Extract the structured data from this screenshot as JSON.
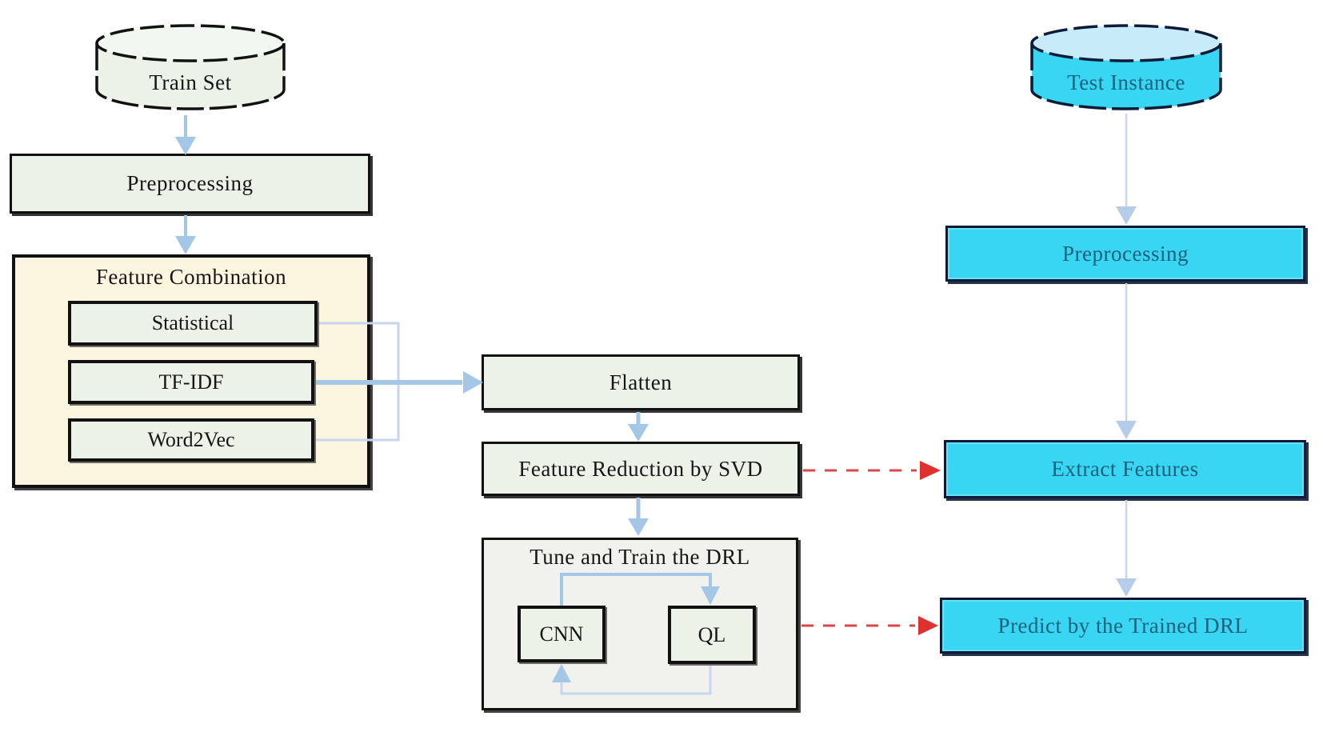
{
  "colors": {
    "node_green": "#edf2e9",
    "cream": "#fcf5e0",
    "panel_gray": "#f1f1ee",
    "cyan": "#38d6f2",
    "cyan_top": "#c7ebf8",
    "cyan_border": "#0c1c38",
    "cyan_text": "#1d617e",
    "arrow_blue": "#a5c7e7",
    "arrow_blue_light": "#c7d6ee",
    "arrow_red": "#d94848",
    "ink": "#111111"
  },
  "train_pipeline": {
    "dataset_label": "Train Set",
    "preprocessing_label": "Preprocessing",
    "feature_combination": {
      "title": "Feature Combination",
      "items": [
        "Statistical",
        "TF-IDF",
        "Word2Vec"
      ]
    },
    "flatten_label": "Flatten",
    "svd_label": "Feature Reduction by SVD",
    "drl": {
      "title": "Tune and Train the DRL",
      "cnn_label": "CNN",
      "ql_label": "QL"
    }
  },
  "test_pipeline": {
    "dataset_label": "Test Instance",
    "preprocessing_label": "Preprocessing",
    "extract_label": "Extract Features",
    "predict_label": "Predict by the Trained DRL"
  }
}
